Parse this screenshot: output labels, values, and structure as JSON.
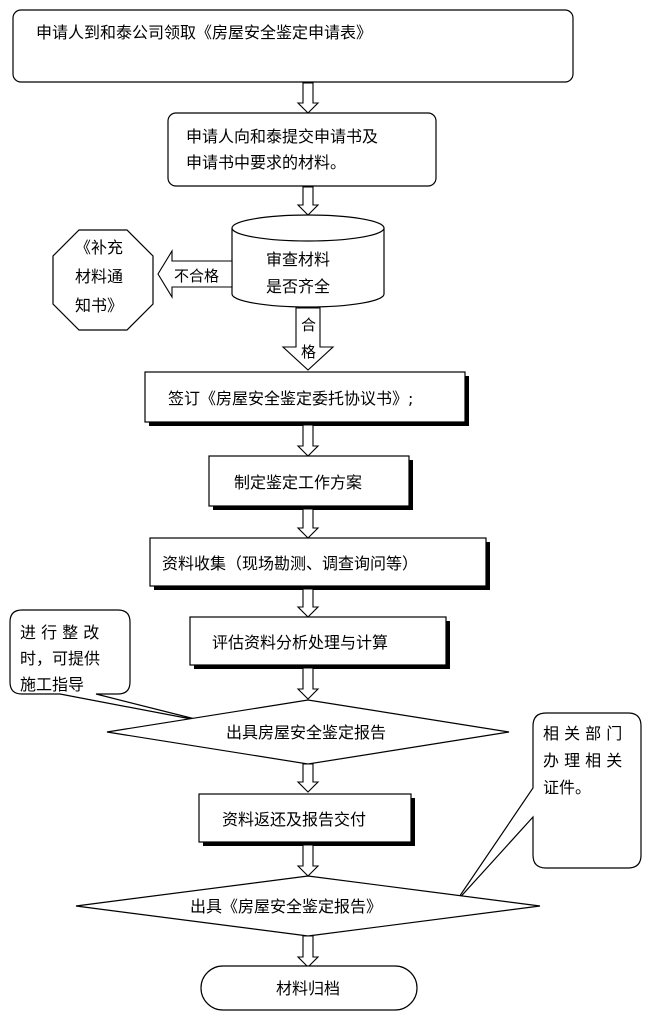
{
  "flowchart": {
    "step1": "申请人到和泰公司领取《房屋安全鉴定申请表》",
    "step2": {
      "line1": "申请人向和泰提交申请书及",
      "line2": "申请书中要求的材料。"
    },
    "check": {
      "line1": "审查材料",
      "line2": "是否齐全"
    },
    "fail_label": "不合格",
    "supplement": {
      "line1": "《补充",
      "line2": "材料通",
      "line3": "知书》"
    },
    "pass_label": {
      "char1": "合",
      "char2": "格"
    },
    "step3": "签订《房屋安全鉴定委托协议书》;",
    "step4": "制定鉴定工作方案",
    "step5": "资料收集（现场勘测、调查询问等）",
    "step6": "评估资料分析处理与计算",
    "callout_rectify": {
      "line1": "进 行 整 改",
      "line2": "时，可提供",
      "line3": "施工指导"
    },
    "decision1": "出具房屋安全鉴定报告",
    "callout_dept": {
      "line1": "相 关 部 门",
      "line2": "办 理 相 关",
      "line3": "证件。"
    },
    "step7": "资料返还及报告交付",
    "decision2": "出具《房屋安全鉴定报告》",
    "final": "材料归档"
  }
}
